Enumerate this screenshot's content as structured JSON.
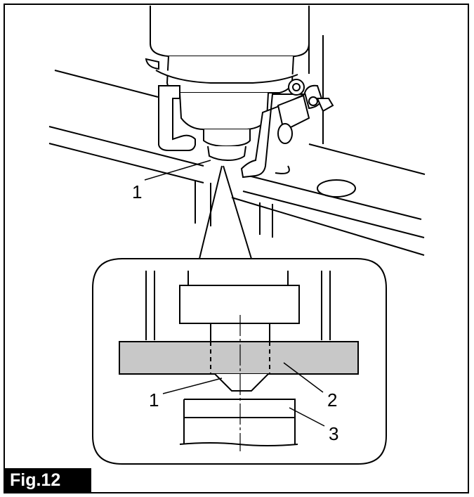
{
  "figure": {
    "label": "Fig.12",
    "callouts": {
      "top_1": "1",
      "inset_1": "1",
      "inset_2": "2",
      "inset_3": "3"
    }
  }
}
